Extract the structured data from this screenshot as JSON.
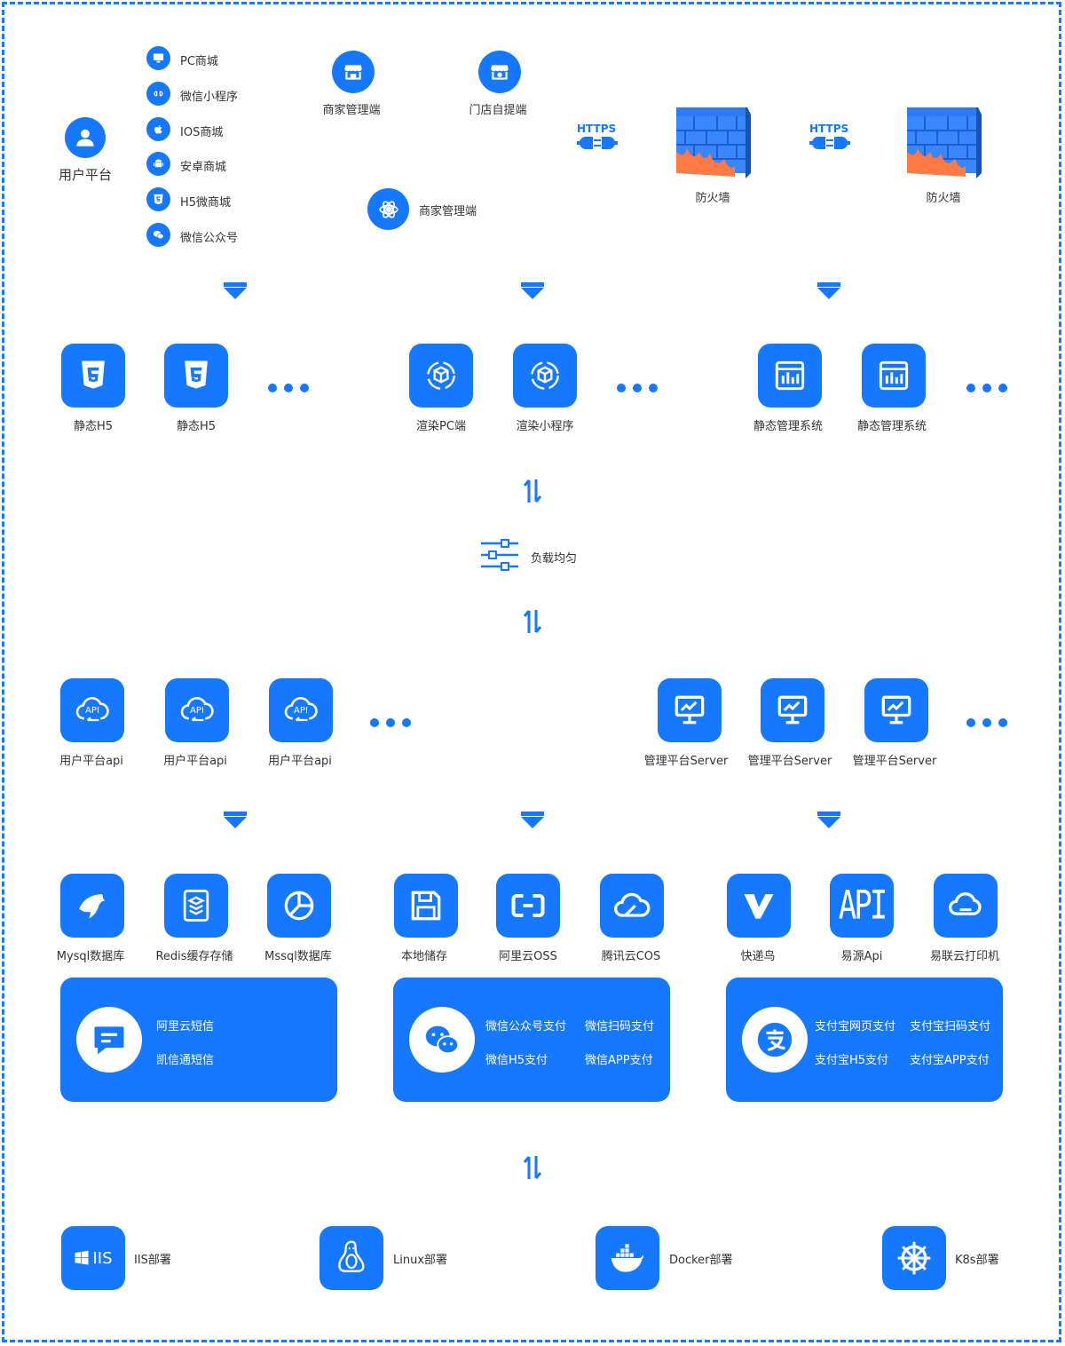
{
  "colors": {
    "primary": "#1677ff",
    "border": "#1677ff",
    "flame": "#ff7a45"
  },
  "top": {
    "user_platform": "用户平台",
    "clients": [
      "PC商城",
      "微信小程序",
      "IOS商城",
      "安卓商城",
      "H5微商城",
      "微信公众号"
    ],
    "merchant_admin_1": "商家管理端",
    "store_pickup": "门店自提端",
    "merchant_admin_2": "商家管理端",
    "https_1": "HTTPS",
    "https_2": "HTTPS",
    "firewall_1": "防火墙",
    "firewall_2": "防火墙"
  },
  "layer2": {
    "static_h5_1": "静态H5",
    "static_h5_2": "静态H5",
    "render_pc": "渲染PC端",
    "render_mini": "渲染小程序",
    "static_admin_1": "静态管理系统",
    "static_admin_2": "静态管理系统"
  },
  "load_balance": "负载均匀",
  "layer3": {
    "user_api": [
      "用户平台api",
      "用户平台api",
      "用户平台api"
    ],
    "admin_server": [
      "管理平台Server",
      "管理平台Server",
      "管理平台Server"
    ]
  },
  "layer4": {
    "db": [
      "Mysql数据库",
      "Redis缓存存储",
      "Mssql数据库"
    ],
    "storage": [
      "本地储存",
      "阿里云OSS",
      "腾讯云COS"
    ],
    "logistics": [
      "快递鸟",
      "易源Api",
      "易联云打印机"
    ]
  },
  "cards": {
    "sms": [
      "阿里云短信",
      "凯信通短信"
    ],
    "wechat_pay": [
      "微信公众号支付",
      "微信扫码支付",
      "微信H5支付",
      "微信APP支付"
    ],
    "alipay": [
      "支付宝网页支付",
      "支付宝扫码支付",
      "支付宝H5支付",
      "支付宝APP支付"
    ]
  },
  "deploy": {
    "iis": "IIS部署",
    "linux": "Linux部署",
    "docker": "Docker部署",
    "k8s": "K8s部署",
    "iis_tile_text": "IIS",
    "api_tile_text": "API"
  }
}
